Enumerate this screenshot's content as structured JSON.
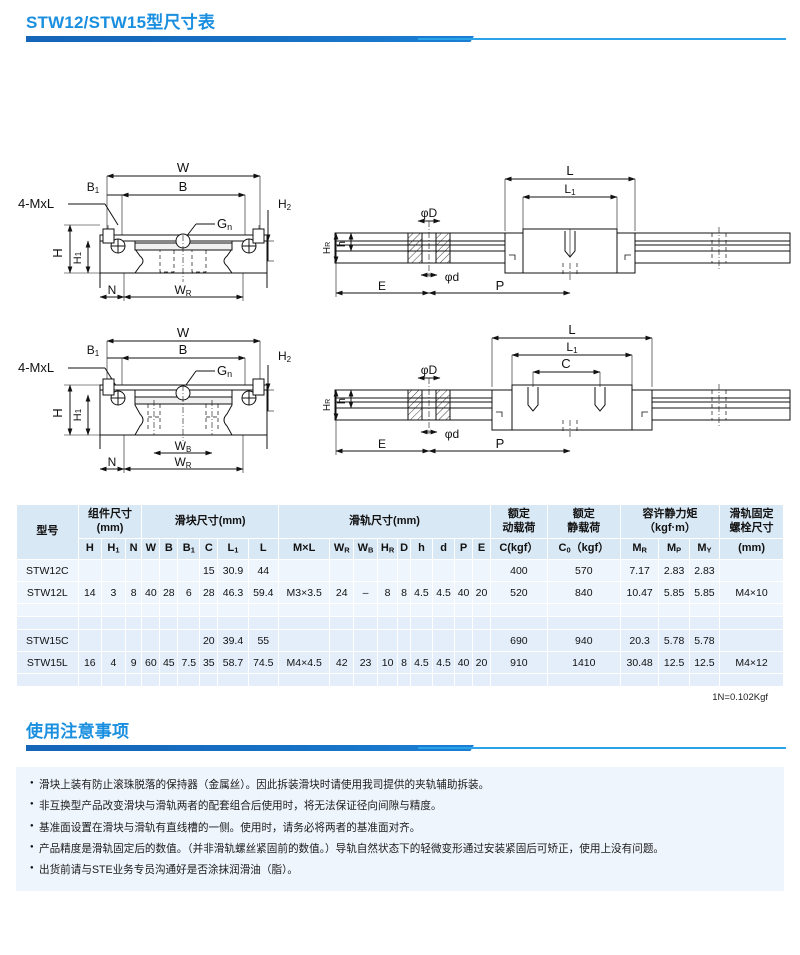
{
  "header": {
    "title": "STW12/STW15型尺寸表"
  },
  "drawings": {
    "fig1": {
      "labels": [
        "W",
        "B",
        "B1",
        "4-MxL",
        "Gn",
        "H2",
        "H",
        "H1",
        "N",
        "WR"
      ]
    },
    "fig2": {
      "labels": [
        "L",
        "L1",
        "φD",
        "φd",
        "E",
        "P",
        "h",
        "HR"
      ]
    },
    "fig3": {
      "labels": [
        "W",
        "B",
        "B1",
        "4-MxL",
        "Gn",
        "H2",
        "H",
        "H1",
        "N",
        "WB",
        "WR"
      ]
    },
    "fig4": {
      "labels": [
        "L",
        "L1",
        "C",
        "φD",
        "φd",
        "E",
        "P",
        "h",
        "HR"
      ]
    }
  },
  "table": {
    "groups": [
      {
        "label": "型号",
        "sub": ""
      },
      {
        "label": "组件尺寸",
        "sub": "(mm)"
      },
      {
        "label": "滑块尺寸(mm)",
        "sub": ""
      },
      {
        "label": "滑轨尺寸(mm)",
        "sub": ""
      },
      {
        "label": "额定",
        "sub": "动载荷"
      },
      {
        "label": "额定",
        "sub": "静载荷"
      },
      {
        "label": "容许静力矩",
        "sub": "（kgf·m）"
      },
      {
        "label": "滑轨固定",
        "sub": "螺栓尺寸"
      }
    ],
    "columns": [
      {
        "base": "H",
        "sub": ""
      },
      {
        "base": "H",
        "sub": "1"
      },
      {
        "base": "N",
        "sub": ""
      },
      {
        "base": "W",
        "sub": ""
      },
      {
        "base": "B",
        "sub": ""
      },
      {
        "base": "B",
        "sub": "1"
      },
      {
        "base": "C",
        "sub": ""
      },
      {
        "base": "L",
        "sub": "1"
      },
      {
        "base": "L",
        "sub": ""
      },
      {
        "base": "M×L",
        "sub": ""
      },
      {
        "base": "W",
        "sub": "R"
      },
      {
        "base": "W",
        "sub": "B"
      },
      {
        "base": "H",
        "sub": "R"
      },
      {
        "base": "D",
        "sub": ""
      },
      {
        "base": "h",
        "sub": ""
      },
      {
        "base": "d",
        "sub": ""
      },
      {
        "base": "P",
        "sub": ""
      },
      {
        "base": "E",
        "sub": ""
      },
      {
        "base": "C(kgf）",
        "sub": ""
      },
      {
        "base": "C",
        "sub": "0",
        "tail": "（kgf）"
      },
      {
        "base": "M",
        "sub": "R"
      },
      {
        "base": "M",
        "sub": "P"
      },
      {
        "base": "M",
        "sub": "Y"
      },
      {
        "base": "(mm)",
        "sub": ""
      }
    ],
    "rows": [
      {
        "model": "STW12C",
        "band": "a",
        "cells": [
          "",
          "",
          "",
          "",
          "",
          "",
          "15",
          "30.9",
          "44",
          "",
          "",
          "",
          "",
          "",
          "",
          "",
          "",
          "",
          "400",
          "570",
          "7.17",
          "2.83",
          "2.83",
          ""
        ]
      },
      {
        "model": "STW12L",
        "band": "a",
        "cells": [
          "14",
          "3",
          "8",
          "40",
          "28",
          "6",
          "28",
          "46.3",
          "59.4",
          "M3×3.5",
          "24",
          "–",
          "8",
          "8",
          "4.5",
          "4.5",
          "40",
          "20",
          "520",
          "840",
          "10.47",
          "5.85",
          "5.85",
          "M4×10"
        ]
      },
      {
        "model": "STW15C",
        "band": "b",
        "cells": [
          "",
          "",
          "",
          "",
          "",
          "",
          "20",
          "39.4",
          "55",
          "",
          "",
          "",
          "",
          "",
          "",
          "",
          "",
          "",
          "690",
          "940",
          "20.3",
          "5.78",
          "5.78",
          ""
        ]
      },
      {
        "model": "STW15L",
        "band": "b",
        "cells": [
          "16",
          "4",
          "9",
          "60",
          "45",
          "7.5",
          "35",
          "58.7",
          "74.5",
          "M4×4.5",
          "42",
          "23",
          "10",
          "8",
          "4.5",
          "4.5",
          "40",
          "20",
          "910",
          "1410",
          "30.48",
          "12.5",
          "12.5",
          "M4×12"
        ]
      }
    ],
    "footnote": "1N=0.102Kgf"
  },
  "notes": {
    "title": "使用注意事项",
    "items": [
      "滑块上装有防止滚珠脱落的保持器（金属丝）。因此拆装滑块时请使用我司提供的夹轨辅助拆装。",
      "非互换型产品改变滑块与滑轨两者的配套组合后使用时，将无法保证径向间隙与精度。",
      "基准面设置在滑块与滑轨有直线槽的一侧。使用时，请务必将两者的基准面对齐。",
      "产品精度是滑轨固定后的数值。（并非滑轨螺丝紧固前的数值。）导轨自然状态下的轻微变形通过安装紧固后可矫正，使用上没有问题。",
      "出货前请与STE业务专员沟通好是否涂抹润滑油（脂）。"
    ]
  },
  "colors": {
    "accent": "#1a8fe0",
    "rule_dark": "#1565b8",
    "table_header": "#d9e8f5",
    "row_a": "#eef5fc",
    "row_b": "#e3eefa"
  }
}
